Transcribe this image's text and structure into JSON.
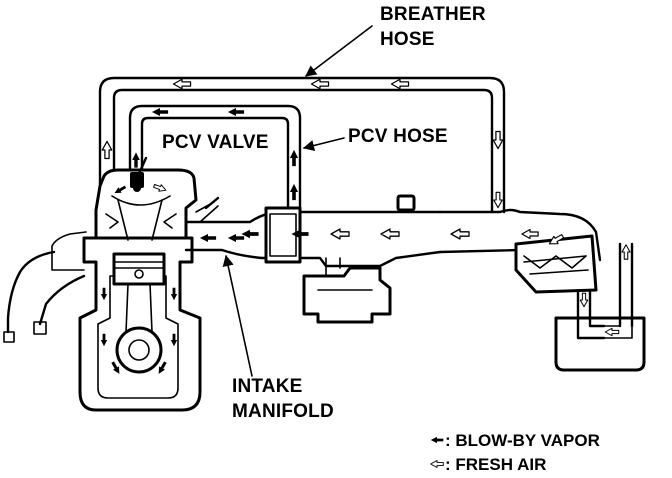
{
  "labels": {
    "breather_hose_line1": "BREATHER",
    "breather_hose_line2": "HOSE",
    "pcv_valve": "PCV VALVE",
    "pcv_hose": "PCV HOSE",
    "intake_manifold_line1": "INTAKE",
    "intake_manifold_line2": "MANIFOLD"
  },
  "legend": {
    "blow_by": {
      "symbol": "←",
      "text": ": BLOW-BY VAPOR",
      "style": "solid"
    },
    "fresh_air": {
      "symbol": "⇐",
      "text": ": FRESH AIR",
      "style": "hollow"
    }
  },
  "icons": {
    "solid_arrow": "solid-arrow-icon",
    "hollow_arrow": "hollow-arrow-icon"
  },
  "colors": {
    "line": "#000000",
    "background": "#ffffff"
  }
}
